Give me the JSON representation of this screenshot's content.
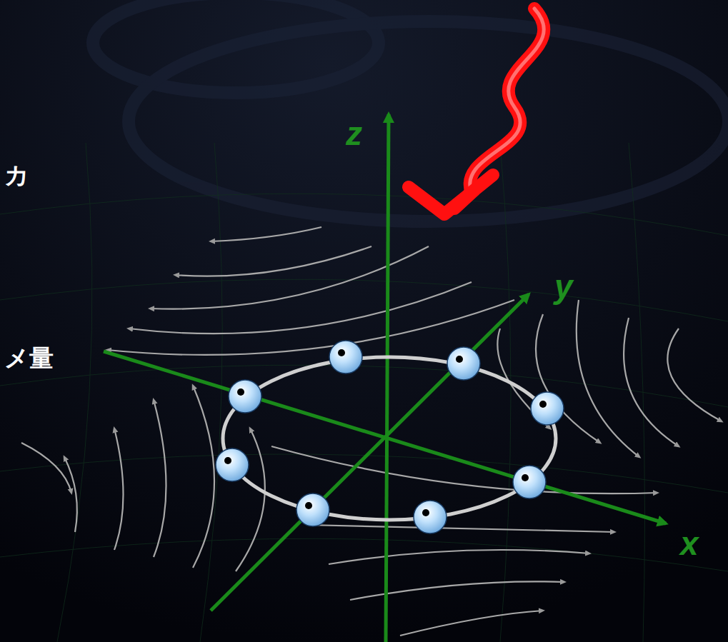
{
  "diagram": {
    "labels": [
      "カ",
      "メ量",
      "z",
      "y",
      "x"
    ]
  }
}
